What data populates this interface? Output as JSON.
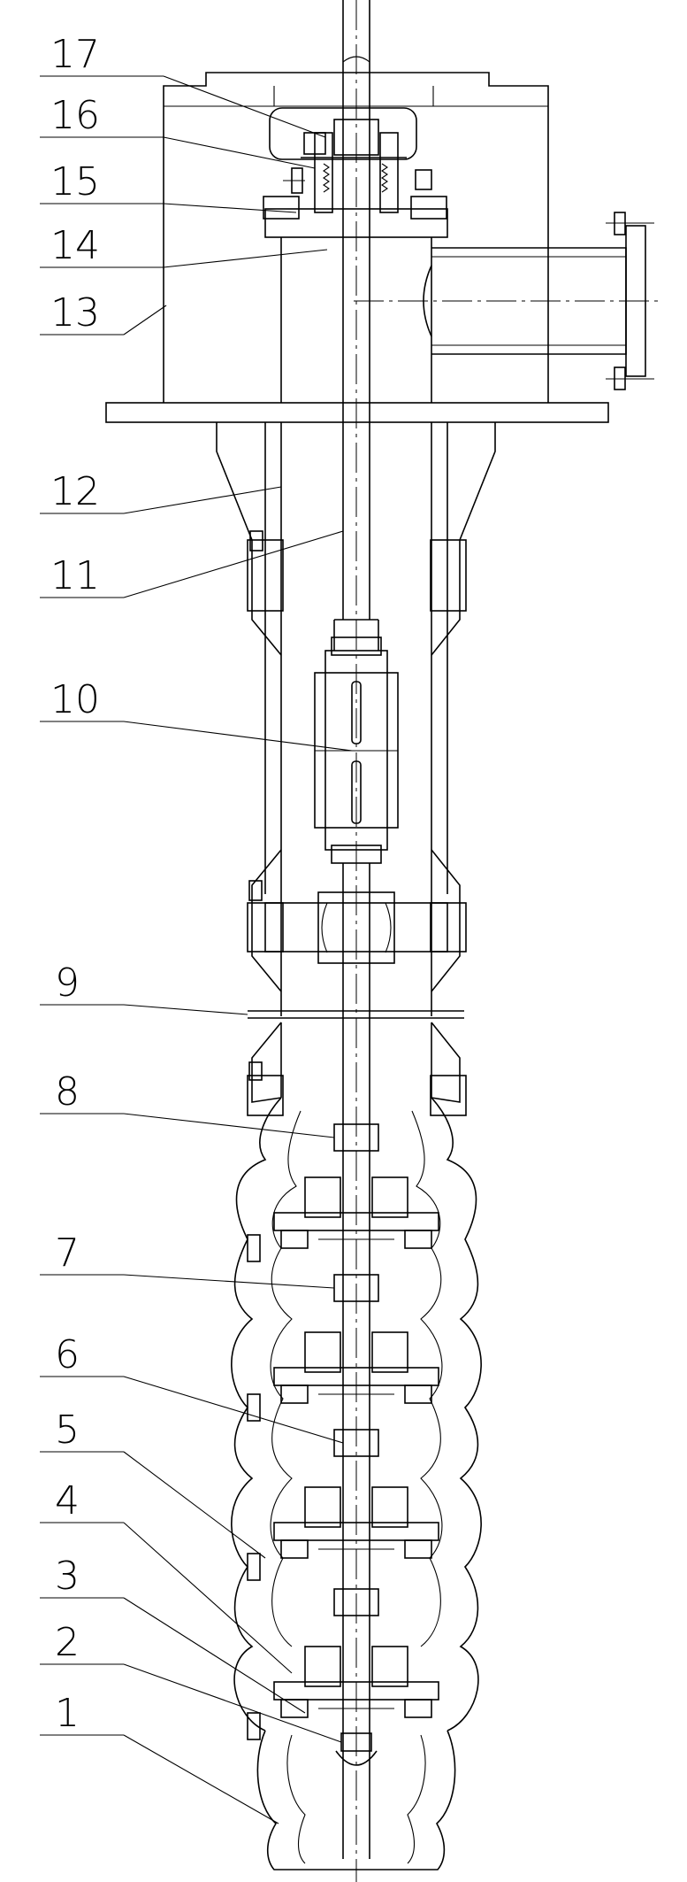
{
  "drawing": {
    "callouts": [
      {
        "number": "17"
      },
      {
        "number": "16"
      },
      {
        "number": "15"
      },
      {
        "number": "14"
      },
      {
        "number": "13"
      },
      {
        "number": "12"
      },
      {
        "number": "11"
      },
      {
        "number": "10"
      },
      {
        "number": "9"
      },
      {
        "number": "8"
      },
      {
        "number": "7"
      },
      {
        "number": "6"
      },
      {
        "number": "5"
      },
      {
        "number": "4"
      },
      {
        "number": "3"
      },
      {
        "number": "2"
      },
      {
        "number": "1"
      }
    ]
  }
}
